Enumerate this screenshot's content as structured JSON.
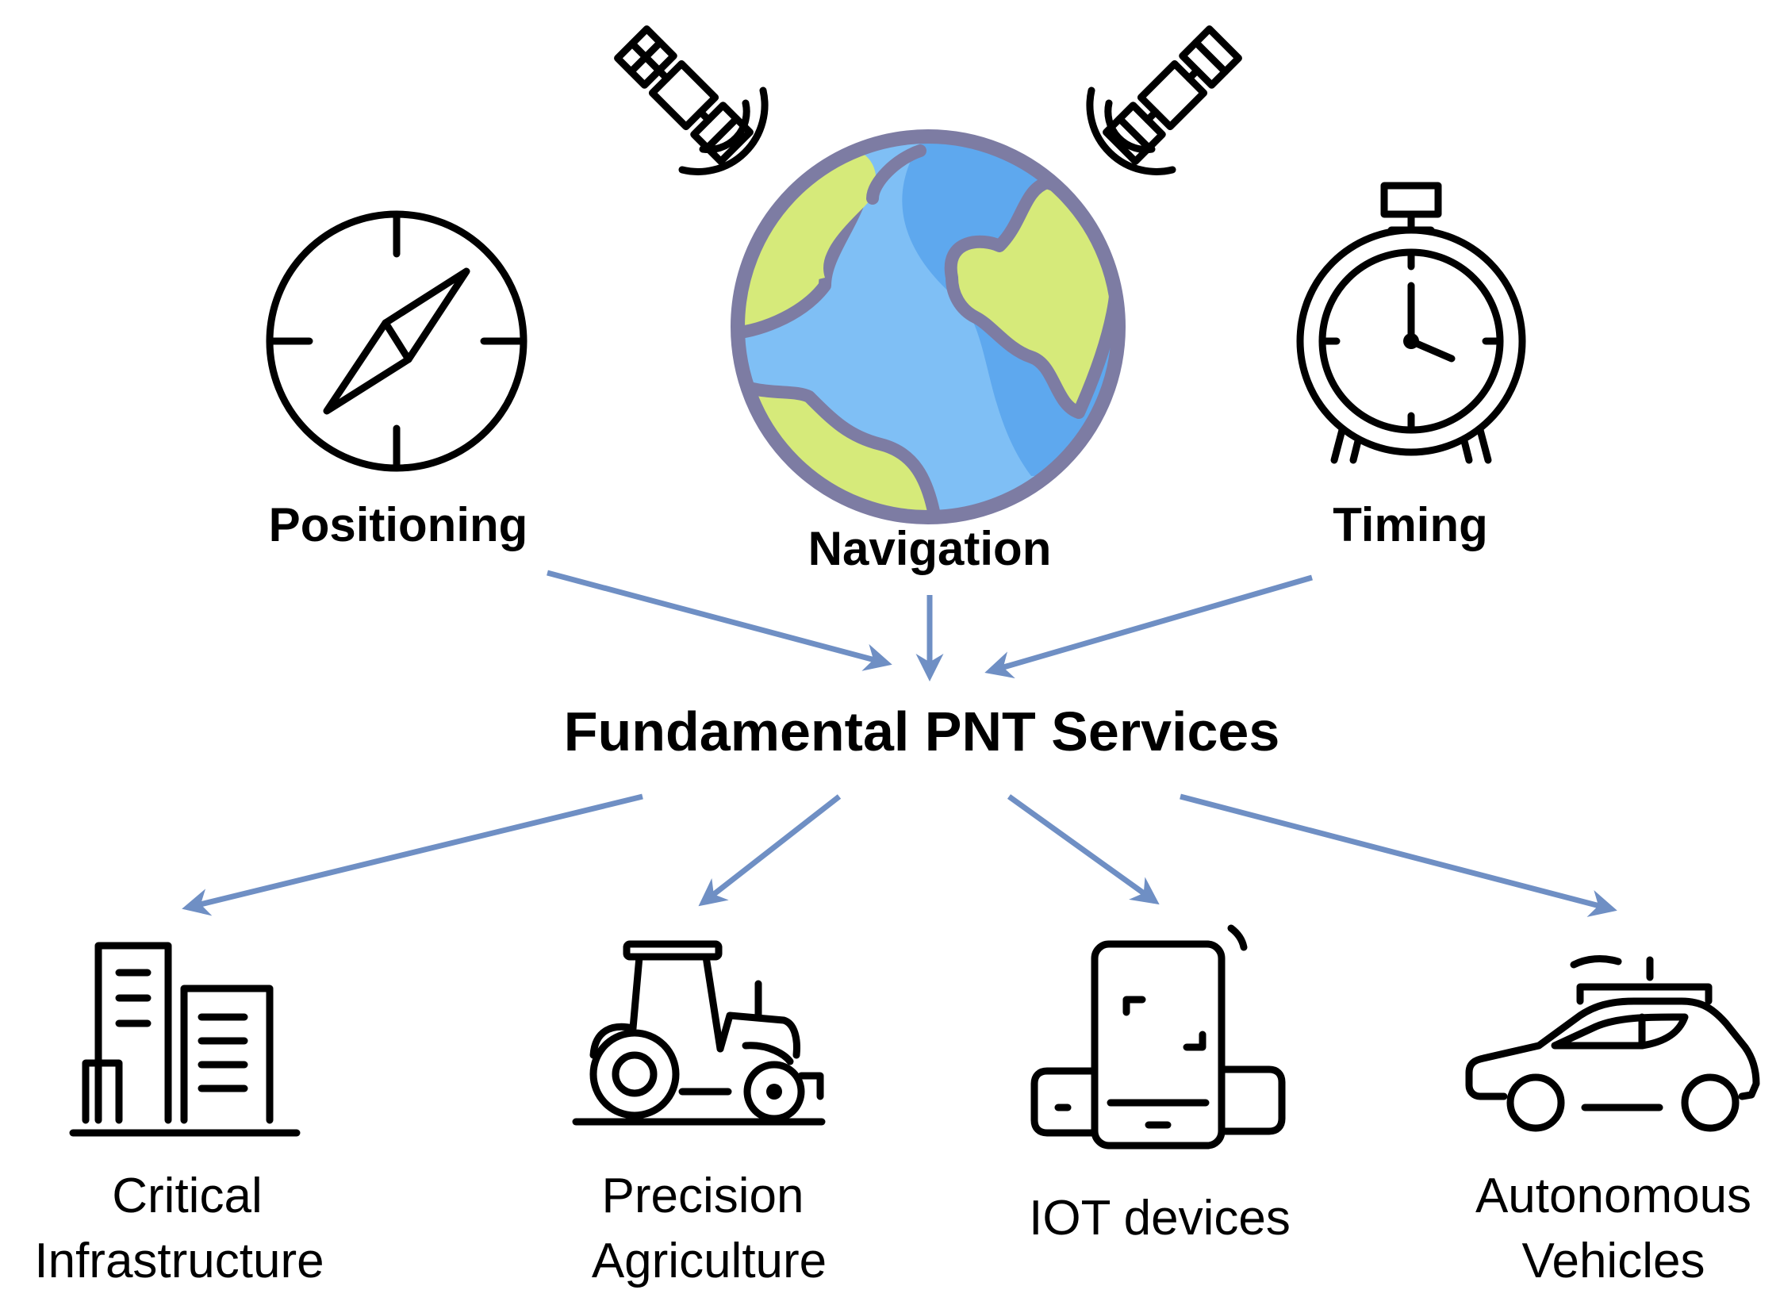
{
  "top_services": [
    {
      "label": "Positioning",
      "icon": "compass-icon"
    },
    {
      "label": "Navigation",
      "icon": "globe-icon"
    },
    {
      "label": "Timing",
      "icon": "stopwatch-icon"
    }
  ],
  "center": {
    "label": "Fundamental PNT Services"
  },
  "applications": [
    {
      "line1": "Critical",
      "line2": "Infrastructure",
      "icon": "buildings-icon"
    },
    {
      "line1": "Precision",
      "line2": "Agriculture",
      "icon": "tractor-icon"
    },
    {
      "line1": "IOT devices",
      "line2": "",
      "icon": "devices-icon"
    },
    {
      "line1": "Autonomous",
      "line2": "Vehicles",
      "icon": "car-icon"
    }
  ],
  "decorations": [
    "satellite-icon",
    "satellite-icon"
  ],
  "colors": {
    "arrow": "#6f8fc4",
    "globe_ocean": "#7fbff5",
    "globe_ocean_dark": "#5ea8ee",
    "globe_land": "#d6ea7a",
    "globe_outline": "#7d7ca3"
  }
}
